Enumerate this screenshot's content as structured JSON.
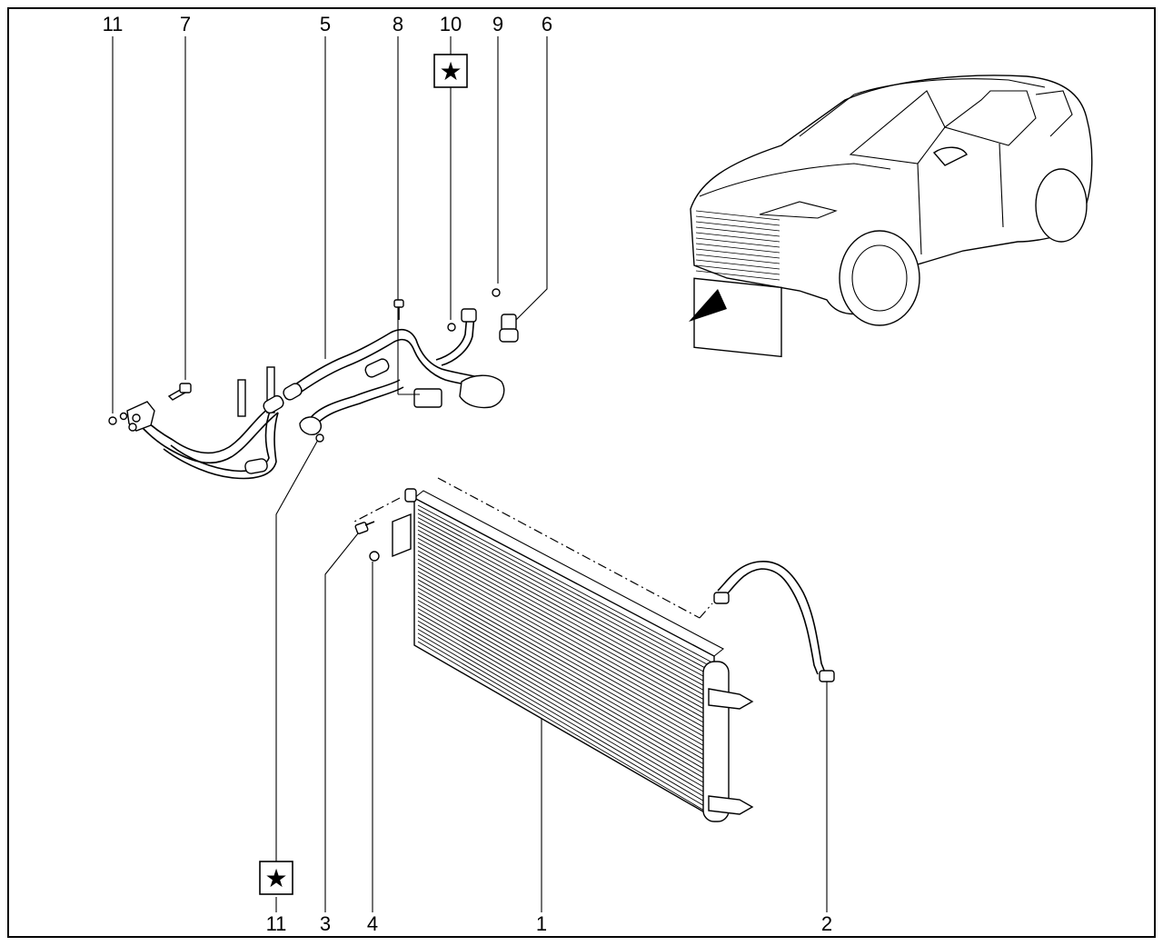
{
  "callouts": {
    "c11_top": "11",
    "c7": "7",
    "c5": "5",
    "c8": "8",
    "c10": "10",
    "c9": "9",
    "c6": "6",
    "c11_bottom": "11",
    "c3": "3",
    "c4": "4",
    "c1": "1",
    "c2": "2"
  },
  "markers": {
    "star_symbol": "★"
  }
}
